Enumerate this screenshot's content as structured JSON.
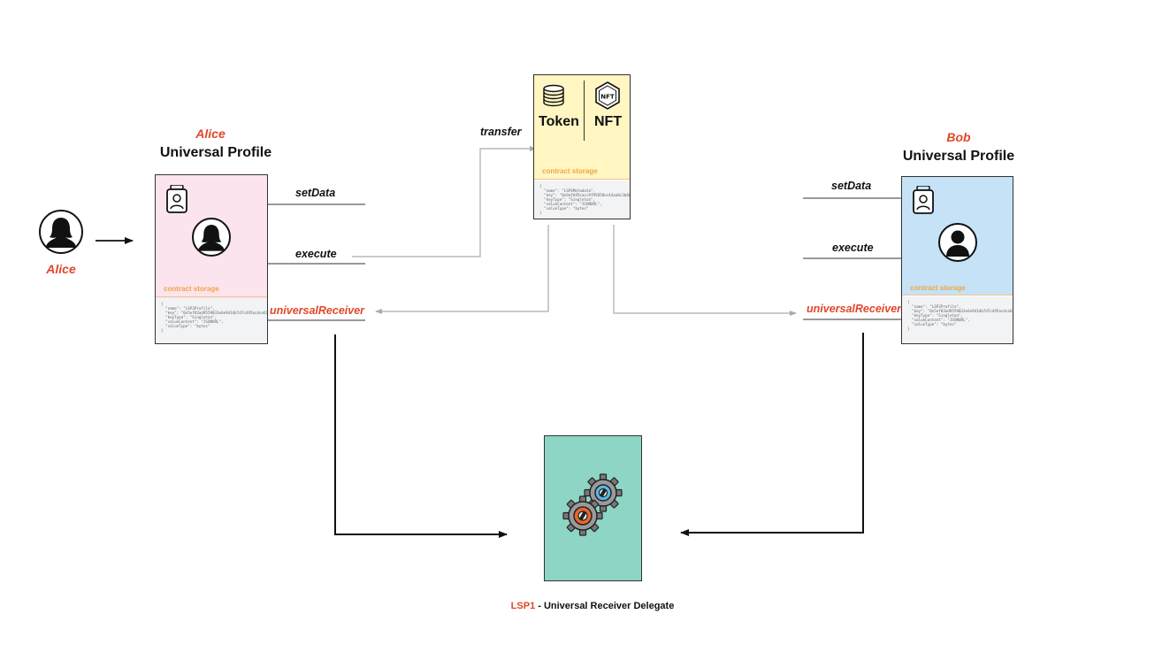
{
  "alice": {
    "name": "Alice",
    "profile_title": "Universal Profile",
    "person_label": "Alice",
    "storage_label": "contract storage",
    "code": "{\n  \"name\": \"LSP3Profile\",\n  \"key\": \"0x5ef83ad9559033e6e941db7d7c495acdce616347d28e90c7ce47cbfcfcad3bc5\",\n  \"keyType\": \"Singleton\",\n  \"valueContent\": \"JSONURL\",\n  \"valueType\": \"bytes\"\n}",
    "bg_color": "#fbe4ee"
  },
  "bob": {
    "name": "Bob",
    "profile_title": "Universal Profile",
    "storage_label": "contract storage",
    "code": "{\n  \"name\": \"LSP3Profile\",\n  \"key\": \"0x5ef83ad9559033e6e941db7d7c495acdce616347d28e90c7ce47cbfcfcad3bc5\",\n  \"keyType\": \"Singleton\",\n  \"valueContent\": \"JSONURL\",\n  \"valueType\": \"bytes\"\n}",
    "bg_color": "#c5e2f7"
  },
  "asset": {
    "token_label": "Token",
    "nft_label": "NFT",
    "storage_label": "contract storage",
    "code": "{\n  \"name\": \"LSP4Metadata\",\n  \"key\": \"0x9afb95cacc9f95858ec44aa8c3b685511002e30ae54415823f406128b85b238e\",\n  \"keyType\": \"Singleton\",\n  \"valueContent\": \"JSONURL\",\n  \"valueType\": \"bytes\"\n}",
    "bg_color": "#fff6c2"
  },
  "functions": {
    "set_data": "setData",
    "execute": "execute",
    "universal_receiver": "universalReceiver",
    "transfer": "transfer"
  },
  "delegate": {
    "caption_prefix": "LSP1",
    "caption_rest": " - Universal Receiver Delegate",
    "bg_color": "#8dd5c5"
  },
  "colors": {
    "accent_red": "#e0482a",
    "storage_orange": "#f2a541",
    "arrow_gray": "#aaaaaa"
  },
  "icons": {
    "person": "person-icon",
    "badge": "id-badge-icon",
    "coins": "coins-icon",
    "nft": "nft-icon",
    "gears": "gears-icon"
  }
}
